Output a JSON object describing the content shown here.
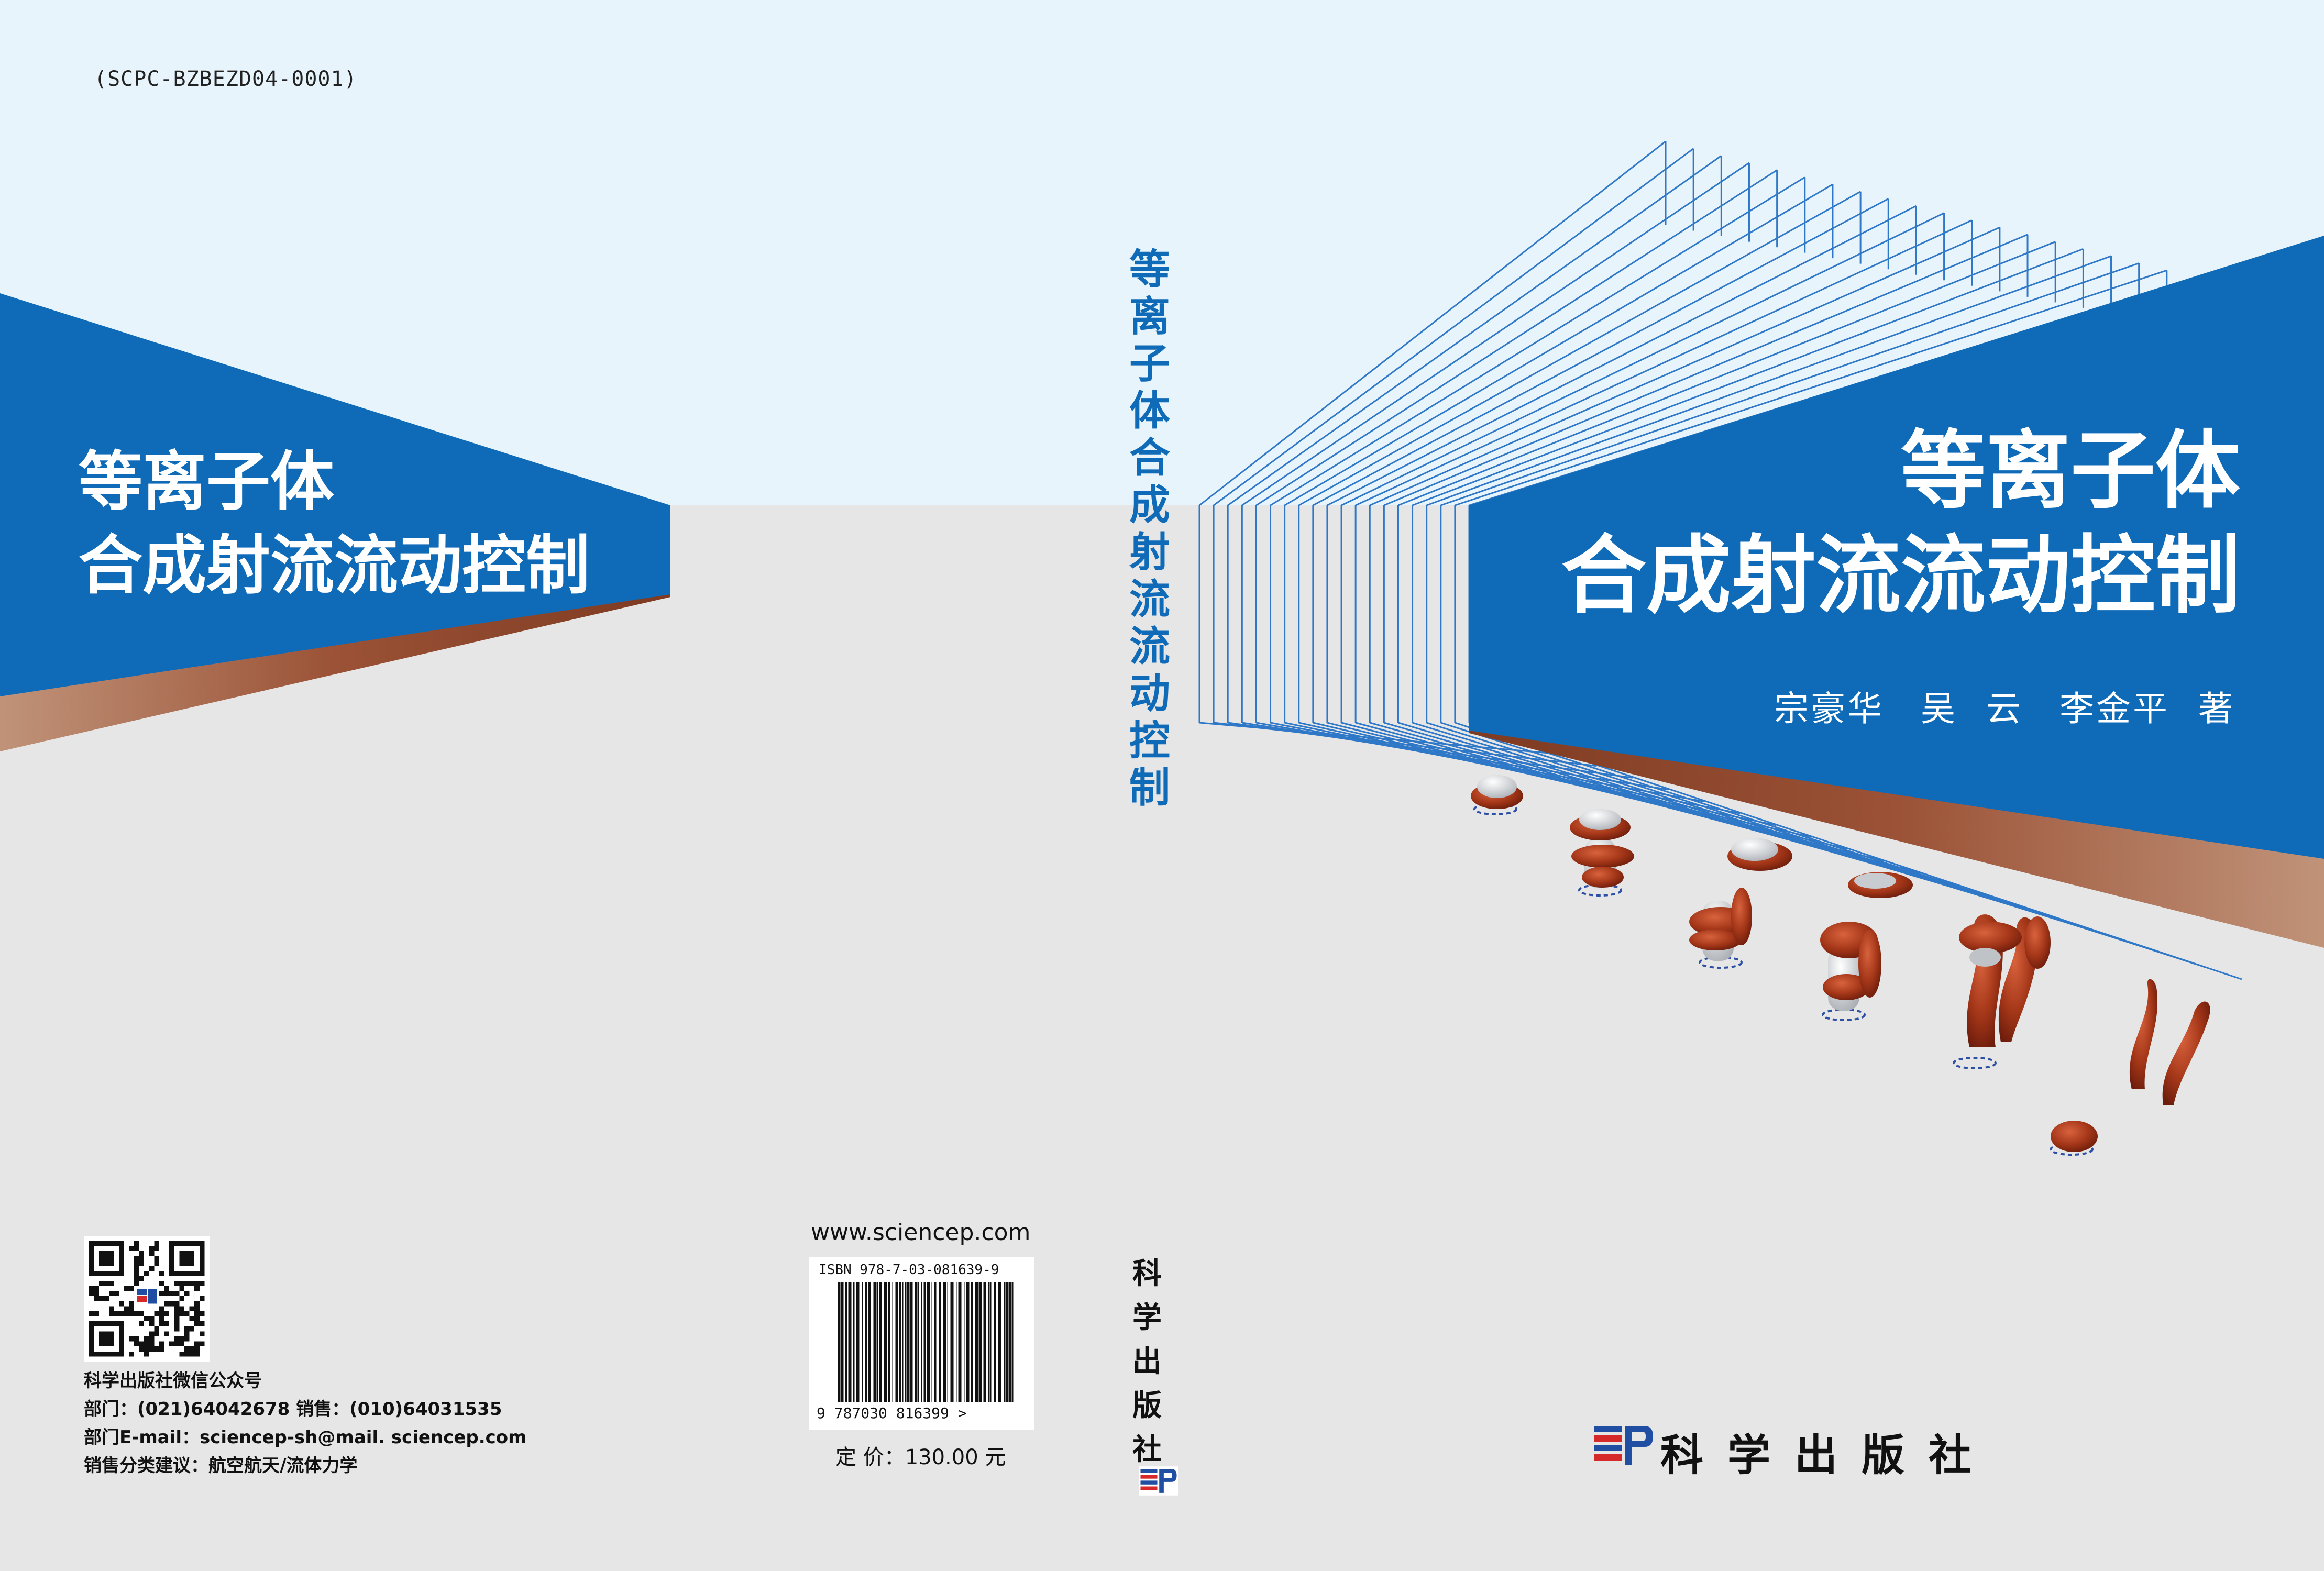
{
  "catalog_code": "(SCPC-BZBEZD04-0001)",
  "book": {
    "title_line1": "等离子体",
    "title_line2": "合成射流流动控制",
    "spine_title": "等离子体合成射流流动控制",
    "authors": "宗豪华　吴 云　李金平 著"
  },
  "publisher": {
    "name": "科学出版社",
    "logo_icon": "sp-logo-icon"
  },
  "back_cover": {
    "qr_icon": "qr-code-icon",
    "info_lines": [
      "科学出版社微信公众号",
      "部门：(021)64042678 销售：(010)64031535",
      "部门E-mail：sciencep-sh@mail. sciencep.com",
      "销售分类建议：航空航天/流体力学"
    ]
  },
  "barcode": {
    "website": "www.sciencep.com",
    "isbn_text": "ISBN 978-7-03-081639-9",
    "digits": "9 787030 816399 >",
    "price": "定 价：130.00 元"
  },
  "colors": {
    "light_blue": "#e8f4fb",
    "gray": "#e6e6e6",
    "blue_band": "#0f6bb7",
    "copper": "#9b5236",
    "line_blue": "#2f78c8"
  }
}
